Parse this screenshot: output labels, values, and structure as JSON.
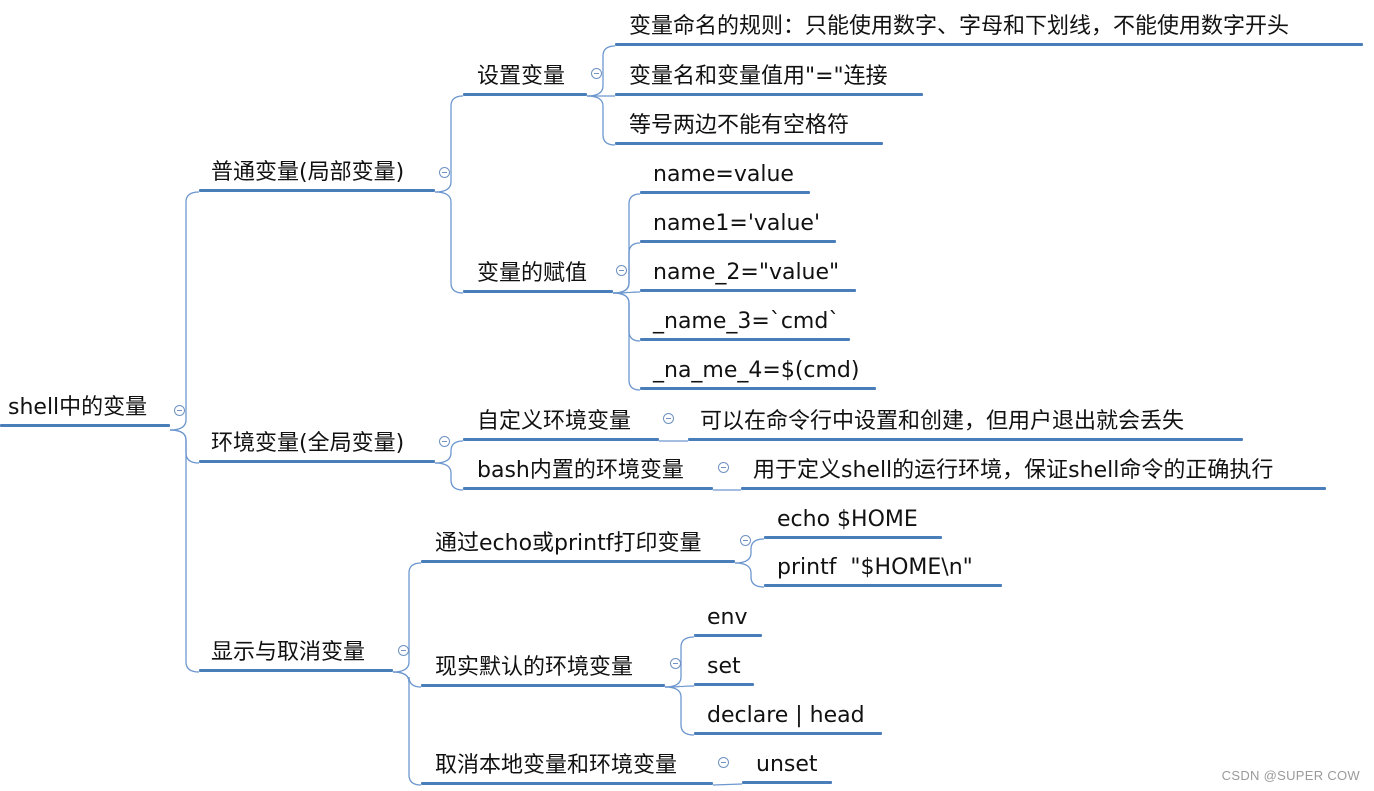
{
  "root": {
    "label": "shell中的变量",
    "children": [
      {
        "label": "普通变量(局部变量)",
        "children": [
          {
            "label": "设置变量",
            "children": [
              {
                "label": "变量命名的规则：只能使用数字、字母和下划线，不能使用数字开头"
              },
              {
                "label": "变量名和变量值用\"=\"连接"
              },
              {
                "label": "等号两边不能有空格符"
              }
            ]
          },
          {
            "label": "变量的赋值",
            "children": [
              {
                "label": "name=value"
              },
              {
                "label": "name1='value'"
              },
              {
                "label": "name_2=\"value\""
              },
              {
                "label": "_name_3=`cmd`"
              },
              {
                "label": "_na_me_4=$(cmd)"
              }
            ]
          }
        ]
      },
      {
        "label": "环境变量(全局变量)",
        "children": [
          {
            "label": "自定义环境变量",
            "children": [
              {
                "label": "可以在命令行中设置和创建，但用户退出就会丢失"
              }
            ]
          },
          {
            "label": "bash内置的环境变量",
            "children": [
              {
                "label": "用于定义shell的运行环境，保证shell命令的正确执行"
              }
            ]
          }
        ]
      },
      {
        "label": "显示与取消变量",
        "children": [
          {
            "label": "通过echo或printf打印变量",
            "children": [
              {
                "label": "echo $HOME"
              },
              {
                "label": "printf  \"$HOME\\n\""
              }
            ]
          },
          {
            "label": "现实默认的环境变量",
            "children": [
              {
                "label": "env"
              },
              {
                "label": "set"
              },
              {
                "label": "declare | head"
              }
            ]
          },
          {
            "label": "取消本地变量和环境变量",
            "children": [
              {
                "label": "unset"
              }
            ]
          }
        ]
      }
    ]
  },
  "watermark": "CSDN @SUPER COW",
  "colors": {
    "underline": "#4a7ebb",
    "connector": "#6d97cf",
    "toggle": "#6f92c2",
    "text": "#111111"
  }
}
